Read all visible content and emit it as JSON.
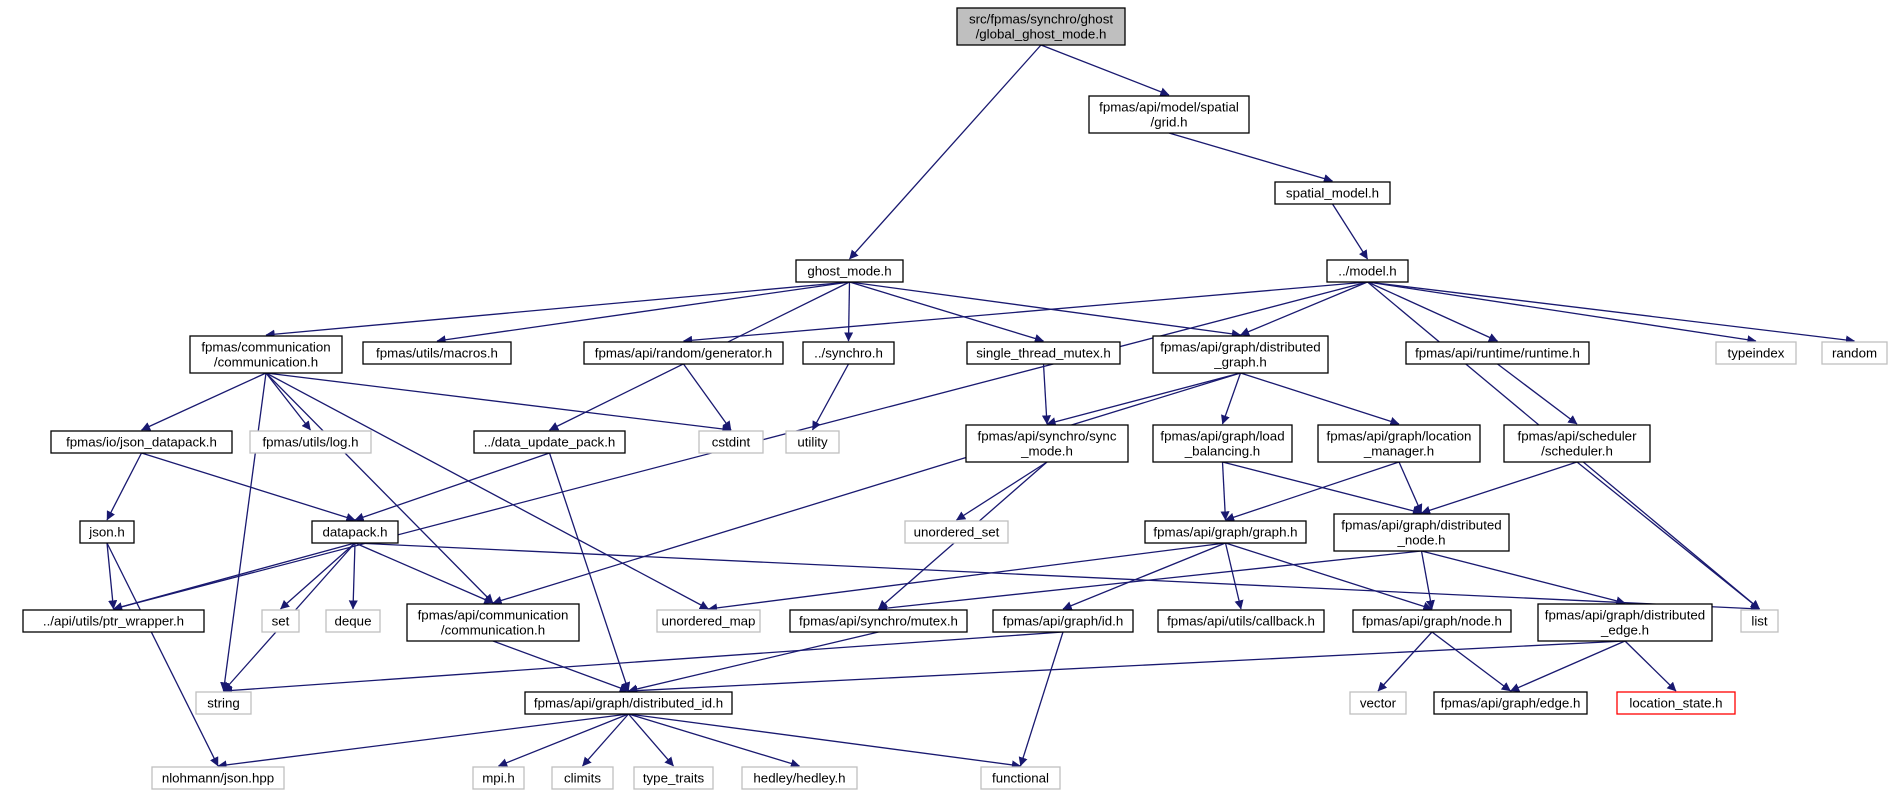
{
  "graph": {
    "nodes": [
      {
        "id": "root",
        "lines": [
          "src/fpmas/synchro/ghost",
          "/global_ghost_mode.h"
        ],
        "style": "root"
      },
      {
        "id": "grid",
        "lines": [
          "fpmas/api/model/spatial",
          "/grid.h"
        ],
        "style": "normal"
      },
      {
        "id": "spatial_model",
        "lines": [
          "spatial_model.h"
        ],
        "style": "normal"
      },
      {
        "id": "ghost_mode",
        "lines": [
          "ghost_mode.h"
        ],
        "style": "normal"
      },
      {
        "id": "model",
        "lines": [
          "../model.h"
        ],
        "style": "normal"
      },
      {
        "id": "comm",
        "lines": [
          "fpmas/communication",
          "/communication.h"
        ],
        "style": "normal"
      },
      {
        "id": "macros",
        "lines": [
          "fpmas/utils/macros.h"
        ],
        "style": "normal"
      },
      {
        "id": "generator",
        "lines": [
          "fpmas/api/random/generator.h"
        ],
        "style": "normal"
      },
      {
        "id": "synchro",
        "lines": [
          "../synchro.h"
        ],
        "style": "normal"
      },
      {
        "id": "single_thread",
        "lines": [
          "single_thread_mutex.h"
        ],
        "style": "normal"
      },
      {
        "id": "dist_graph",
        "lines": [
          "fpmas/api/graph/distributed",
          "_graph.h"
        ],
        "style": "normal"
      },
      {
        "id": "runtime",
        "lines": [
          "fpmas/api/runtime/runtime.h"
        ],
        "style": "normal"
      },
      {
        "id": "typeindex",
        "lines": [
          "typeindex"
        ],
        "style": "external"
      },
      {
        "id": "random",
        "lines": [
          "random"
        ],
        "style": "external"
      },
      {
        "id": "json_datapack",
        "lines": [
          "fpmas/io/json_datapack.h"
        ],
        "style": "normal"
      },
      {
        "id": "log",
        "lines": [
          "fpmas/utils/log.h"
        ],
        "style": "external"
      },
      {
        "id": "data_update",
        "lines": [
          "../data_update_pack.h"
        ],
        "style": "normal"
      },
      {
        "id": "cstdint",
        "lines": [
          "cstdint"
        ],
        "style": "external"
      },
      {
        "id": "utility",
        "lines": [
          "utility"
        ],
        "style": "external"
      },
      {
        "id": "sync_mode",
        "lines": [
          "fpmas/api/synchro/sync",
          "_mode.h"
        ],
        "style": "normal"
      },
      {
        "id": "load_bal",
        "lines": [
          "fpmas/api/graph/load",
          "_balancing.h"
        ],
        "style": "normal"
      },
      {
        "id": "loc_mgr",
        "lines": [
          "fpmas/api/graph/location",
          "_manager.h"
        ],
        "style": "normal"
      },
      {
        "id": "scheduler",
        "lines": [
          "fpmas/api/scheduler",
          "/scheduler.h"
        ],
        "style": "normal"
      },
      {
        "id": "json_h",
        "lines": [
          "json.h"
        ],
        "style": "normal"
      },
      {
        "id": "datapack",
        "lines": [
          "datapack.h"
        ],
        "style": "normal"
      },
      {
        "id": "unordered_set",
        "lines": [
          "unordered_set"
        ],
        "style": "external"
      },
      {
        "id": "graph_h",
        "lines": [
          "fpmas/api/graph/graph.h"
        ],
        "style": "normal"
      },
      {
        "id": "dist_node",
        "lines": [
          "fpmas/api/graph/distributed",
          "_node.h"
        ],
        "style": "normal"
      },
      {
        "id": "ptr_wrapper",
        "lines": [
          "../api/utils/ptr_wrapper.h"
        ],
        "style": "normal"
      },
      {
        "id": "set",
        "lines": [
          "set"
        ],
        "style": "external"
      },
      {
        "id": "deque",
        "lines": [
          "deque"
        ],
        "style": "external"
      },
      {
        "id": "api_comm",
        "lines": [
          "fpmas/api/communication",
          "/communication.h"
        ],
        "style": "normal"
      },
      {
        "id": "unordered_map",
        "lines": [
          "unordered_map"
        ],
        "style": "external"
      },
      {
        "id": "mutex",
        "lines": [
          "fpmas/api/synchro/mutex.h"
        ],
        "style": "normal"
      },
      {
        "id": "id_h",
        "lines": [
          "fpmas/api/graph/id.h"
        ],
        "style": "normal"
      },
      {
        "id": "callback",
        "lines": [
          "fpmas/api/utils/callback.h"
        ],
        "style": "normal"
      },
      {
        "id": "node_h",
        "lines": [
          "fpmas/api/graph/node.h"
        ],
        "style": "normal"
      },
      {
        "id": "dist_edge",
        "lines": [
          "fpmas/api/graph/distributed",
          "_edge.h"
        ],
        "style": "normal"
      },
      {
        "id": "list",
        "lines": [
          "list"
        ],
        "style": "external"
      },
      {
        "id": "string",
        "lines": [
          "string"
        ],
        "style": "external"
      },
      {
        "id": "dist_id",
        "lines": [
          "fpmas/api/graph/distributed_id.h"
        ],
        "style": "normal"
      },
      {
        "id": "vector",
        "lines": [
          "vector"
        ],
        "style": "external"
      },
      {
        "id": "edge_h",
        "lines": [
          "fpmas/api/graph/edge.h"
        ],
        "style": "normal"
      },
      {
        "id": "loc_state",
        "lines": [
          "location_state.h"
        ],
        "style": "missing"
      },
      {
        "id": "nlohmann",
        "lines": [
          "nlohmann/json.hpp"
        ],
        "style": "external"
      },
      {
        "id": "mpi",
        "lines": [
          "mpi.h"
        ],
        "style": "external"
      },
      {
        "id": "climits",
        "lines": [
          "climits"
        ],
        "style": "external"
      },
      {
        "id": "type_traits",
        "lines": [
          "type_traits"
        ],
        "style": "external"
      },
      {
        "id": "hedley",
        "lines": [
          "hedley/hedley.h"
        ],
        "style": "external"
      },
      {
        "id": "functional",
        "lines": [
          "functional"
        ],
        "style": "external"
      }
    ],
    "edges": [
      [
        "root",
        "grid"
      ],
      [
        "root",
        "ghost_mode"
      ],
      [
        "grid",
        "spatial_model"
      ],
      [
        "spatial_model",
        "model"
      ],
      [
        "ghost_mode",
        "comm"
      ],
      [
        "ghost_mode",
        "macros"
      ],
      [
        "ghost_mode",
        "synchro"
      ],
      [
        "ghost_mode",
        "single_thread"
      ],
      [
        "ghost_mode",
        "dist_graph"
      ],
      [
        "ghost_mode",
        "data_update"
      ],
      [
        "model",
        "generator"
      ],
      [
        "model",
        "dist_graph"
      ],
      [
        "model",
        "runtime"
      ],
      [
        "model",
        "typeindex"
      ],
      [
        "model",
        "random"
      ],
      [
        "model",
        "ptr_wrapper"
      ],
      [
        "model",
        "list"
      ],
      [
        "comm",
        "json_datapack"
      ],
      [
        "comm",
        "log"
      ],
      [
        "comm",
        "cstdint"
      ],
      [
        "comm",
        "unordered_map"
      ],
      [
        "comm",
        "api_comm"
      ],
      [
        "comm",
        "string"
      ],
      [
        "generator",
        "cstdint"
      ],
      [
        "synchro",
        "utility"
      ],
      [
        "single_thread",
        "sync_mode"
      ],
      [
        "dist_graph",
        "sync_mode"
      ],
      [
        "dist_graph",
        "load_bal"
      ],
      [
        "dist_graph",
        "loc_mgr"
      ],
      [
        "dist_graph",
        "api_comm"
      ],
      [
        "runtime",
        "scheduler"
      ],
      [
        "json_datapack",
        "json_h"
      ],
      [
        "json_datapack",
        "datapack"
      ],
      [
        "data_update",
        "datapack"
      ],
      [
        "data_update",
        "dist_id"
      ],
      [
        "sync_mode",
        "unordered_set"
      ],
      [
        "sync_mode",
        "mutex"
      ],
      [
        "load_bal",
        "graph_h"
      ],
      [
        "load_bal",
        "dist_node"
      ],
      [
        "loc_mgr",
        "graph_h"
      ],
      [
        "loc_mgr",
        "dist_node"
      ],
      [
        "scheduler",
        "dist_node"
      ],
      [
        "scheduler",
        "list"
      ],
      [
        "json_h",
        "ptr_wrapper"
      ],
      [
        "json_h",
        "nlohmann"
      ],
      [
        "datapack",
        "ptr_wrapper"
      ],
      [
        "datapack",
        "string"
      ],
      [
        "datapack",
        "set"
      ],
      [
        "datapack",
        "deque"
      ],
      [
        "datapack",
        "api_comm"
      ],
      [
        "datapack",
        "list"
      ],
      [
        "graph_h",
        "unordered_map"
      ],
      [
        "graph_h",
        "id_h"
      ],
      [
        "graph_h",
        "callback"
      ],
      [
        "graph_h",
        "node_h"
      ],
      [
        "dist_node",
        "mutex"
      ],
      [
        "dist_node",
        "node_h"
      ],
      [
        "dist_node",
        "dist_edge"
      ],
      [
        "api_comm",
        "dist_id"
      ],
      [
        "mutex",
        "dist_id"
      ],
      [
        "id_h",
        "string"
      ],
      [
        "id_h",
        "functional"
      ],
      [
        "node_h",
        "vector"
      ],
      [
        "node_h",
        "edge_h"
      ],
      [
        "dist_edge",
        "dist_id"
      ],
      [
        "dist_edge",
        "edge_h"
      ],
      [
        "dist_edge",
        "loc_state"
      ],
      [
        "dist_id",
        "nlohmann"
      ],
      [
        "dist_id",
        "mpi"
      ],
      [
        "dist_id",
        "climits"
      ],
      [
        "dist_id",
        "type_traits"
      ],
      [
        "dist_id",
        "hedley"
      ],
      [
        "dist_id",
        "functional"
      ]
    ]
  }
}
